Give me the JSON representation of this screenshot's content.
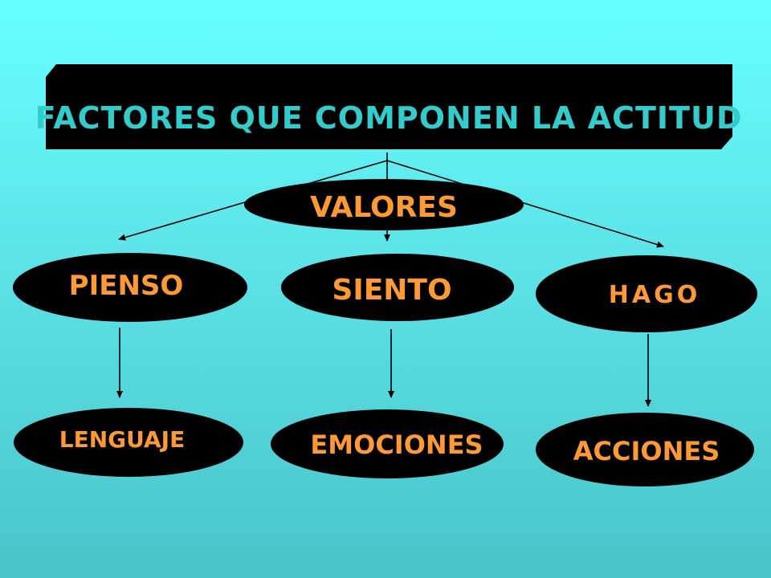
{
  "title": "FACTORES QUE COMPONEN LA ACTITUD",
  "nodes": {
    "root": "VALORES",
    "level1": [
      "PIENSO",
      "SIENTO",
      "HAGO"
    ],
    "level2": [
      "LENGUAJE",
      "EMOCIONES",
      "ACCIONES"
    ]
  },
  "colors": {
    "background_top": "#66ffff",
    "background_bottom": "#49c4c9",
    "shape_fill": "#000000",
    "title_text": "#33cccc",
    "node_text": "#ff9933"
  }
}
